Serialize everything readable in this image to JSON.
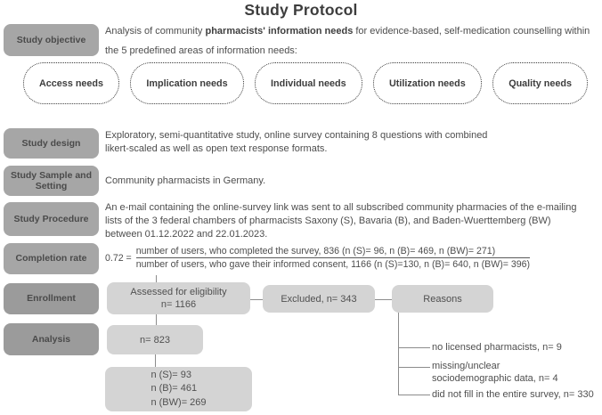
{
  "title": "Study Protocol",
  "colors": {
    "rail_label_bg": "#a6a6a6",
    "rail_label_bg_dark": "#9b9b9b",
    "flow_box_bg": "#d4d4d4",
    "text": "#4d4d4d",
    "line": "#8c8c8c"
  },
  "objective": {
    "label": "Study objective",
    "text_pre": "Analysis of community ",
    "text_bold": "pharmacists' information needs",
    "text_post": " for evidence-based, self-medication counselling within the 5 predefined areas of information needs:"
  },
  "needs_pills": [
    "Access needs",
    "Implication needs",
    "Individual needs",
    "Utilization needs",
    "Quality needs"
  ],
  "design": {
    "label": "Study design",
    "text": "Exploratory, semi-quantitative study, online survey containing 8 questions with combined\nlikert-scaled as well as open text response formats."
  },
  "sample": {
    "label": "Study Sample and Setting",
    "text": "Community pharmacists in Germany."
  },
  "procedure": {
    "label": "Study Procedure",
    "text": "An e-mail containing the online-survey link was sent to all subscribed community pharmacies of the e-mailing\nlists of the 3 federal chambers of pharmacists Saxony (S), Bavaria (B), and Baden-Wuerttemberg (BW)\nbetween 01.12.2022 and 22.01.2023."
  },
  "completion": {
    "label": "Completion rate",
    "value": "0.72 =",
    "numerator": "number of users, who completed the survey, 836 (n (S)= 96, n (B)= 469, n (BW)= 271)",
    "denominator": "number of users, who gave their informed consent, 1166 (n (S)=130, n (B)= 640, n (BW)= 396)"
  },
  "enrollment": {
    "label": "Enrollment"
  },
  "analysis": {
    "label": "Analysis"
  },
  "flowchart": {
    "assessed": "Assessed for eligibility\nn= 1166",
    "excluded": "Excluded, n= 343",
    "reasons": "Reasons",
    "analyzed": "n= 823",
    "by_state": "n (S)= 93\nn (B)= 461\nn (BW)= 269",
    "reason_items": [
      "no licensed pharmacists, n= 9",
      "missing/unclear\nsociodemographic data, n= 4",
      "did not fill in the entire survey, n= 330"
    ]
  }
}
